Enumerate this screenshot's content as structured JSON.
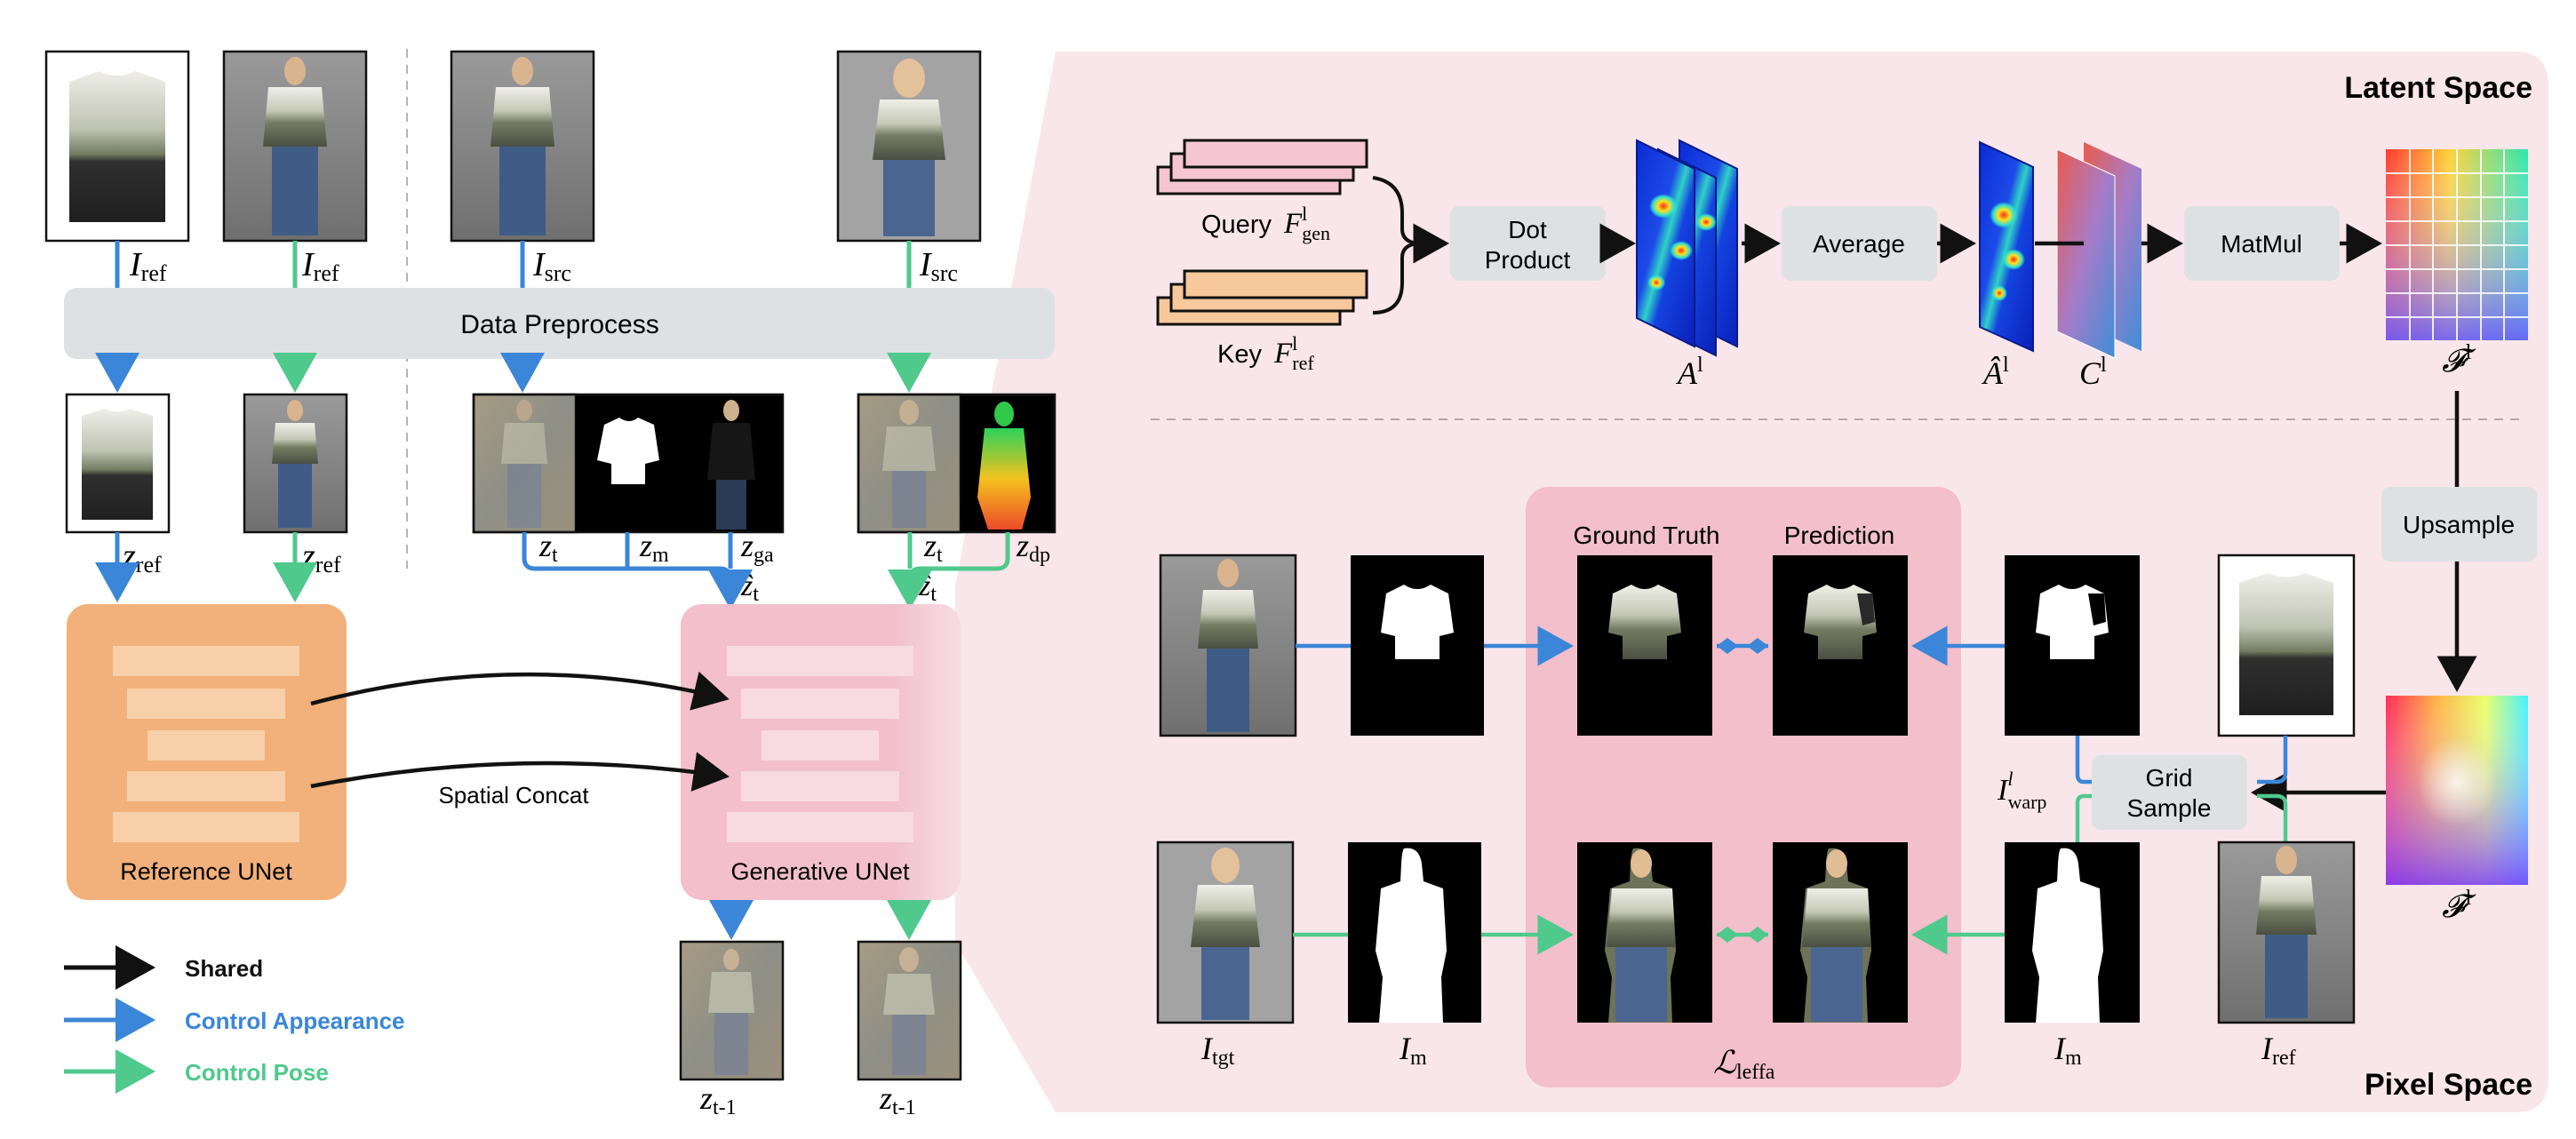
{
  "colors": {
    "appearance": "#3b86d8",
    "pose": "#4fc98c",
    "shared": "#111111",
    "preprocess_bar": "#dde1e4",
    "ref_unet": "#f2b07a",
    "gen_unet": "#f2bfcb",
    "right_panel": "#f9e6ea",
    "loss_box": "#f2bfcb",
    "gray_box": "#dde1e4"
  },
  "left": {
    "top_images": [
      {
        "label": "I",
        "sub": "ref",
        "arrow": "appearance",
        "kind": "garment",
        "icon": "garment-image-icon"
      },
      {
        "label": "I",
        "sub": "ref",
        "arrow": "pose",
        "kind": "person",
        "icon": "person-image-icon"
      },
      {
        "label": "I",
        "sub": "src",
        "arrow": "appearance",
        "kind": "person",
        "icon": "person-image-icon"
      },
      {
        "label": "I",
        "sub": "src",
        "arrow": "pose",
        "kind": "person",
        "icon": "person-image-icon"
      }
    ],
    "preprocess_label": "Data Preprocess",
    "latents": {
      "ref_a": {
        "label": "z",
        "sub": "ref"
      },
      "ref_p": {
        "label": "z",
        "sub": "ref"
      },
      "zt_a": {
        "label": "z",
        "sub": "t"
      },
      "zm": {
        "label": "z",
        "sub": "m"
      },
      "zga": {
        "label": "z",
        "sub": "ga"
      },
      "zhat_a": {
        "label": "ẑ",
        "sub": "t"
      },
      "zt_p": {
        "label": "z",
        "sub": "t"
      },
      "zdp": {
        "label": "z",
        "sub": "dp"
      },
      "zhat_p": {
        "label": "ẑ",
        "sub": "t"
      }
    },
    "reference_unet_label": "Reference UNet",
    "generative_unet_label": "Generative UNet",
    "spatial_concat_label": "Spatial Concat",
    "outputs": [
      {
        "label": "z",
        "sub": "t-1"
      },
      {
        "label": "z",
        "sub": "t-1"
      }
    ],
    "legend": [
      {
        "label": "Shared",
        "color_key": "shared"
      },
      {
        "label": "Control Appearance",
        "color_key": "appearance"
      },
      {
        "label": "Control Pose",
        "color_key": "pose"
      }
    ]
  },
  "right": {
    "latent_space_title": "Latent Space",
    "pixel_space_title": "Pixel Space",
    "query_label": "Query",
    "query_math": {
      "label": "F",
      "sup": "l",
      "sub": "gen"
    },
    "key_label": "Key",
    "key_math": {
      "label": "F",
      "sup": "l",
      "sub": "ref"
    },
    "dot_product_line1": "Dot",
    "dot_product_line2": "Product",
    "average_label": "Average",
    "matmul_label": "MatMul",
    "upsample_label": "Upsample",
    "grid_sample_line1": "Grid",
    "grid_sample_line2": "Sample",
    "attn_math": {
      "label": "A",
      "sup": "l"
    },
    "attn_avg_math": {
      "label": "Â",
      "sup": "l"
    },
    "c_math": {
      "label": "C",
      "sup": "l"
    },
    "flow_math": {
      "label": "𝓕",
      "sup": "l"
    },
    "flow_math_2": {
      "label": "𝓕",
      "sup": "l"
    },
    "ground_truth_label": "Ground Truth",
    "prediction_label": "Prediction",
    "itgt_math": {
      "label": "I",
      "sub": "tgt"
    },
    "im_math_left": {
      "label": "I",
      "sub": "m"
    },
    "im_math_right": {
      "label": "I",
      "sub": "m"
    },
    "iref_math": {
      "label": "I",
      "sub": "ref"
    },
    "iwarp_math": {
      "label": "I",
      "sup": "l",
      "sub": "warp"
    },
    "loss_math": {
      "label": "ℒ",
      "sub": "leffa"
    }
  }
}
